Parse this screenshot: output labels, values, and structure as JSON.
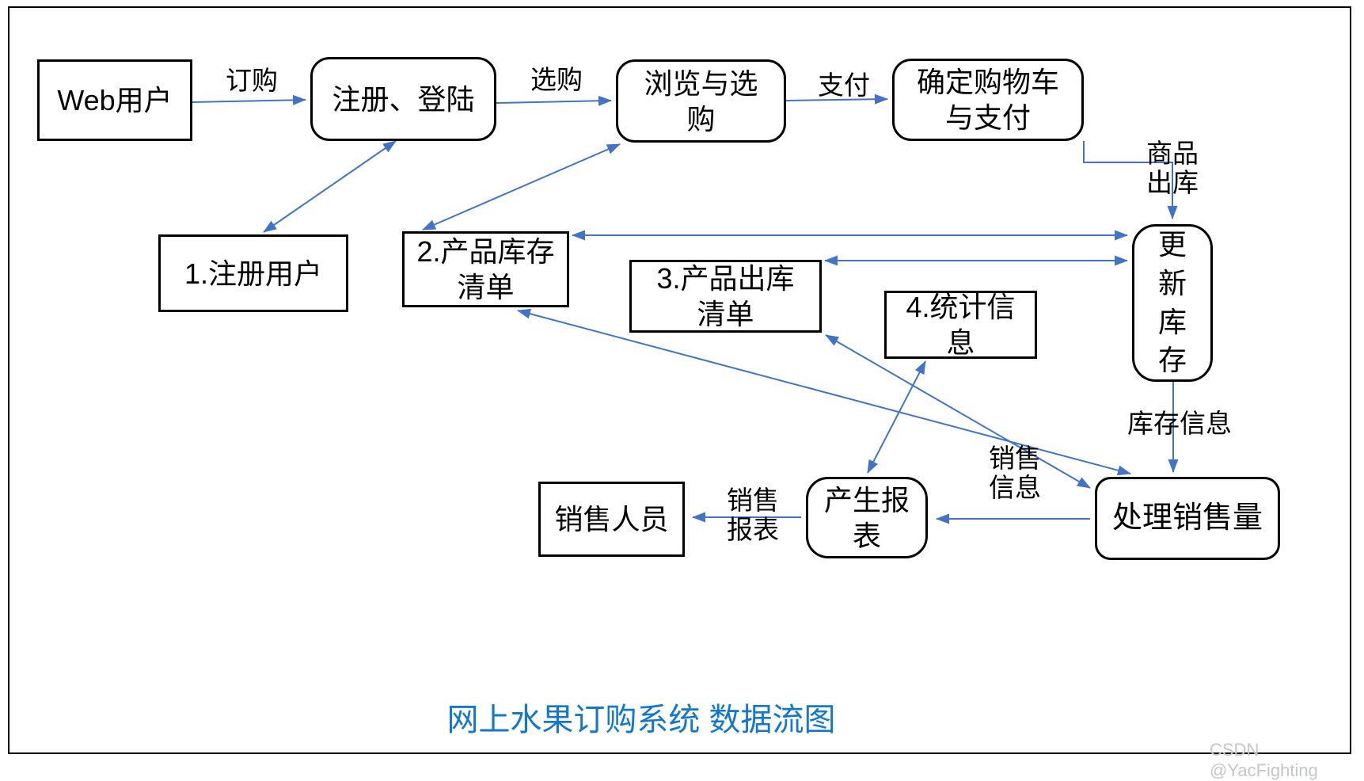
{
  "diagram": {
    "title": "网上水果订购系统 数据流图",
    "watermark": "CSDN @YacFighting",
    "colors": {
      "arrow": "#4472C4",
      "node_border": "#000000",
      "title": "#1577C9",
      "watermark": "#C4C6C8",
      "background": "#FFFFFF"
    }
  },
  "nodes": [
    {
      "id": "web-user",
      "label": "Web用户",
      "type": "external-entity"
    },
    {
      "id": "register-login",
      "label": "注册、登陆",
      "type": "process"
    },
    {
      "id": "browse-select",
      "label": "浏览与选\n购",
      "type": "process"
    },
    {
      "id": "confirm-cart-pay",
      "label": "确定购物车\n与支付",
      "type": "process"
    },
    {
      "id": "store-register-user",
      "label": "1.注册用户",
      "type": "data-store"
    },
    {
      "id": "store-inventory-list",
      "label": "2.产品库存\n清单",
      "type": "data-store"
    },
    {
      "id": "store-outbound-list",
      "label": "3.产品出库\n清单",
      "type": "data-store"
    },
    {
      "id": "store-stats-info",
      "label": "4.统计信\n息",
      "type": "data-store"
    },
    {
      "id": "update-stock",
      "label": "更\n新\n库\n存",
      "type": "process"
    },
    {
      "id": "sales-staff",
      "label": "销售人员",
      "type": "external-entity"
    },
    {
      "id": "generate-report",
      "label": "产生报\n表",
      "type": "process"
    },
    {
      "id": "process-sales",
      "label": "处理销售量",
      "type": "process"
    }
  ],
  "edge_labels": [
    {
      "id": "order",
      "text": "订购"
    },
    {
      "id": "select",
      "text": "选购"
    },
    {
      "id": "pay",
      "text": "支付"
    },
    {
      "id": "goods-outbound",
      "text": "商品\n出库"
    },
    {
      "id": "stock-info",
      "text": "库存信息"
    },
    {
      "id": "sales-info",
      "text": "销售\n信息"
    },
    {
      "id": "sales-report",
      "text": "销售\n报表"
    }
  ],
  "edges": [
    {
      "from": "web-user",
      "to": "register-login",
      "label": "订购",
      "bidirectional": false
    },
    {
      "from": "register-login",
      "to": "store-register-user",
      "label": "",
      "bidirectional": true
    },
    {
      "from": "register-login",
      "to": "browse-select",
      "label": "选购",
      "bidirectional": false
    },
    {
      "from": "browse-select",
      "to": "store-inventory-list",
      "label": "",
      "bidirectional": true
    },
    {
      "from": "browse-select",
      "to": "confirm-cart-pay",
      "label": "支付",
      "bidirectional": false
    },
    {
      "from": "confirm-cart-pay",
      "to": "update-stock",
      "label": "商品出库",
      "bidirectional": false
    },
    {
      "from": "store-inventory-list",
      "to": "update-stock",
      "label": "",
      "bidirectional": true
    },
    {
      "from": "store-outbound-list",
      "to": "update-stock",
      "label": "",
      "bidirectional": true
    },
    {
      "from": "update-stock",
      "to": "process-sales",
      "label": "库存信息",
      "bidirectional": false
    },
    {
      "from": "store-inventory-list",
      "to": "process-sales",
      "label": "",
      "bidirectional": true
    },
    {
      "from": "store-outbound-list",
      "to": "process-sales",
      "label": "销售信息",
      "bidirectional": true
    },
    {
      "from": "generate-report",
      "to": "store-stats-info",
      "label": "",
      "bidirectional": true
    },
    {
      "from": "process-sales",
      "to": "generate-report",
      "label": "",
      "bidirectional": false
    },
    {
      "from": "generate-report",
      "to": "sales-staff",
      "label": "销售报表",
      "bidirectional": false
    }
  ]
}
